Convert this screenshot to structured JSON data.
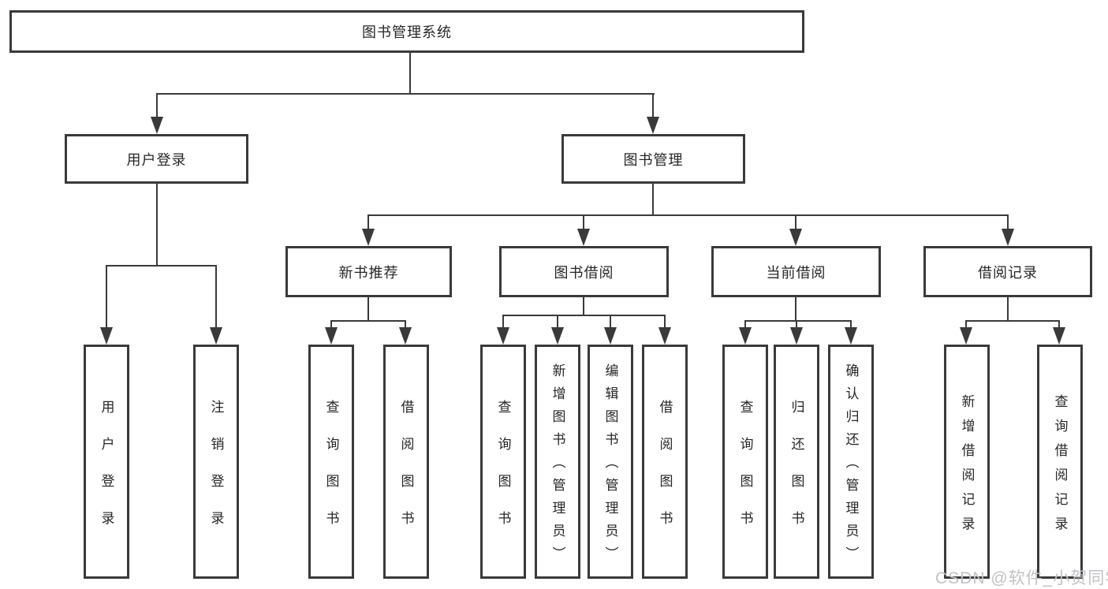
{
  "nodes": {
    "root": "图书管理系统",
    "user_login": "用户登录",
    "book_mgmt": "图书管理",
    "new_book": "新书推荐",
    "book_borrow": "图书借阅",
    "current_borrow": "当前借阅",
    "borrow_record": "借阅记录"
  },
  "leaves": {
    "user_login": [
      "用户登录",
      "注销登录"
    ],
    "new_book": [
      "查询图书",
      "借阅图书"
    ],
    "book_borrow": [
      "查询图书",
      "新增图书（管理员）",
      "编辑图书（管理员）",
      "借阅图书"
    ],
    "current_borrow": [
      "查询图书",
      "归还图书",
      "确认归还（管理员）"
    ],
    "borrow_record": [
      "新增借阅记录",
      "查询借阅记录"
    ]
  },
  "watermark": "CSDN @软件_小贺同学",
  "colors": {
    "line": "#3a3a3a",
    "text": "#262626",
    "watermark": "#c2c2c6",
    "background": "#ffffff"
  }
}
